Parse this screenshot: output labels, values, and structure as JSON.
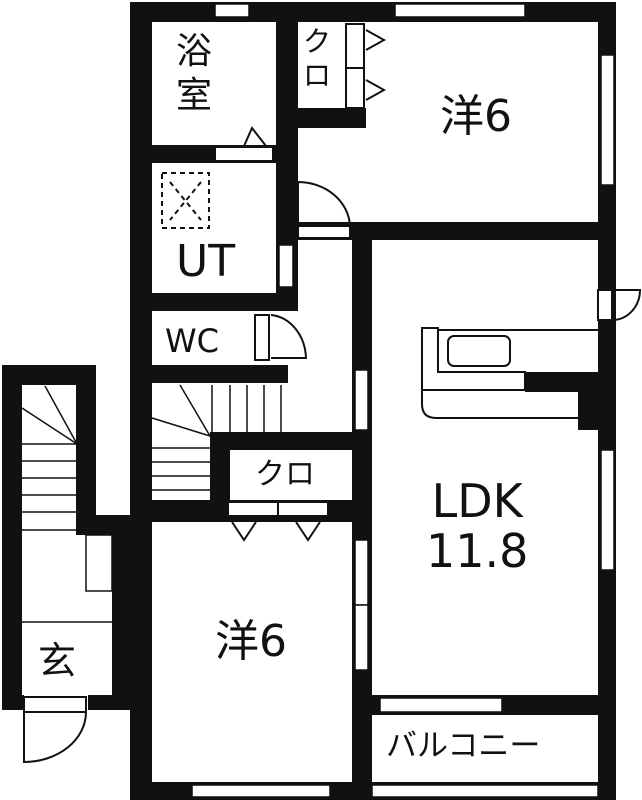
{
  "colors": {
    "wall": "#111111",
    "background": "#ffffff",
    "line": "#111111"
  },
  "rooms": [
    {
      "id": "bath",
      "label_line1": "浴",
      "label_line2": "室"
    },
    {
      "id": "closet-top",
      "label_line1": "ク",
      "label_line2": "ロ"
    },
    {
      "id": "western-room-north",
      "label": "洋6"
    },
    {
      "id": "utility",
      "label": "UT"
    },
    {
      "id": "toilet",
      "label": "WC"
    },
    {
      "id": "closet-middle",
      "label": "クロ"
    },
    {
      "id": "ldk",
      "label_line1": "LDK",
      "label_line2": "11.8"
    },
    {
      "id": "western-room-south",
      "label": "洋6"
    },
    {
      "id": "entrance",
      "label": "玄"
    },
    {
      "id": "balcony",
      "label": "バルコニー"
    }
  ]
}
